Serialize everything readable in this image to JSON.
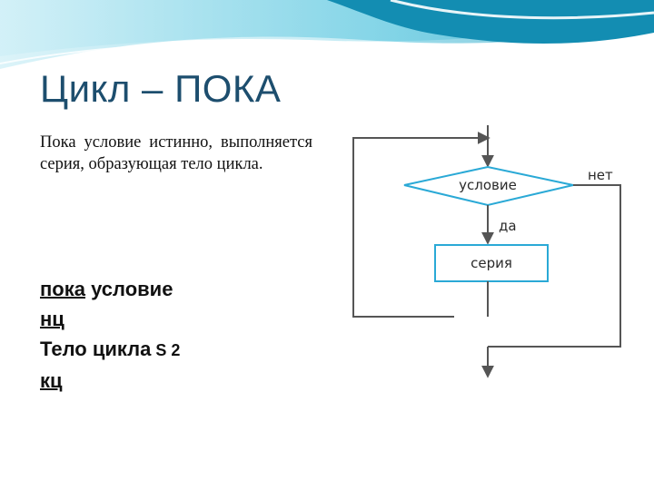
{
  "slide": {
    "title": "Цикл – ПОКА",
    "description": "Пока условие истинно, выполняется серия, образующая тело цикла."
  },
  "code": {
    "line1_keyword": "пока",
    "line1_rest": " условие",
    "line2": "нц",
    "line3_main": "Тело цикла",
    "line3_small": " S 2",
    "line4": "кц"
  },
  "flowchart": {
    "condition": "условие",
    "body": "серия",
    "yes": "да",
    "no": "нет"
  },
  "colors": {
    "title": "#1d4e6e",
    "wave_dark": "#1aa3c4",
    "wave_light": "#9fe0ee",
    "shape_stroke": "#2aa9d6",
    "line": "#555555"
  }
}
